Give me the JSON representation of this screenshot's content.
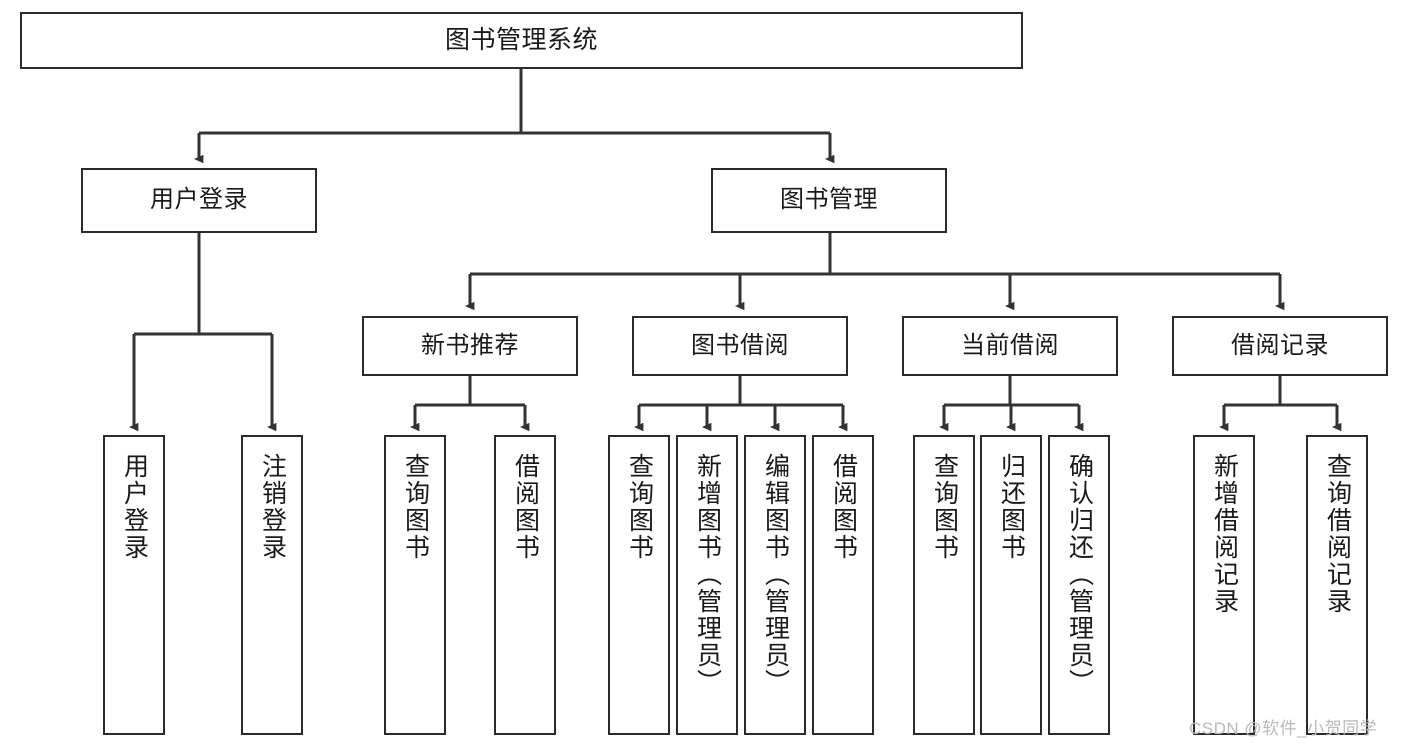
{
  "diagram": {
    "title": "图书管理系统",
    "type": "hierarchy-tree",
    "orientation": "top-down",
    "colors": {
      "box_border": "#2b2b2b",
      "box_fill": "#ffffff",
      "connector": "#333333",
      "text": "#1a1a1a",
      "watermark": "#b9b9b9"
    },
    "nodes": {
      "root": {
        "label": "图书管理系统",
        "level": 0,
        "text_direction": "horizontal"
      },
      "level1": [
        {
          "id": "user-login",
          "label": "用户登录",
          "text_direction": "horizontal"
        },
        {
          "id": "book-management",
          "label": "图书管理",
          "text_direction": "horizontal"
        }
      ],
      "level2": [
        {
          "id": "new-book-recommend",
          "label": "新书推荐",
          "parent": "book-management",
          "text_direction": "horizontal"
        },
        {
          "id": "book-borrow",
          "label": "图书借阅",
          "parent": "book-management",
          "text_direction": "horizontal"
        },
        {
          "id": "current-borrow",
          "label": "当前借阅",
          "parent": "book-management",
          "text_direction": "horizontal"
        },
        {
          "id": "borrow-record",
          "label": "借阅记录",
          "parent": "book-management",
          "text_direction": "horizontal"
        }
      ],
      "leaves": [
        {
          "id": "leaf-user-login",
          "label": "用户登录",
          "parent": "user-login",
          "text_direction": "vertical"
        },
        {
          "id": "leaf-logout",
          "label": "注销登录",
          "parent": "user-login",
          "text_direction": "vertical"
        },
        {
          "id": "leaf-query-book-1",
          "label": "查询图书",
          "parent": "new-book-recommend",
          "text_direction": "vertical"
        },
        {
          "id": "leaf-borrow-book-1",
          "label": "借阅图书",
          "parent": "new-book-recommend",
          "text_direction": "vertical"
        },
        {
          "id": "leaf-query-book-2",
          "label": "查询图书",
          "parent": "book-borrow",
          "text_direction": "vertical"
        },
        {
          "id": "leaf-add-book",
          "label": "新增图书（管理员）",
          "parent": "book-borrow",
          "text_direction": "vertical"
        },
        {
          "id": "leaf-edit-book",
          "label": "编辑图书（管理员）",
          "parent": "book-borrow",
          "text_direction": "vertical"
        },
        {
          "id": "leaf-borrow-book-2",
          "label": "借阅图书",
          "parent": "book-borrow",
          "text_direction": "vertical"
        },
        {
          "id": "leaf-query-book-3",
          "label": "查询图书",
          "parent": "current-borrow",
          "text_direction": "vertical"
        },
        {
          "id": "leaf-return-book",
          "label": "归还图书",
          "parent": "current-borrow",
          "text_direction": "vertical"
        },
        {
          "id": "leaf-confirm-return",
          "label": "确认归还（管理员）",
          "parent": "current-borrow",
          "text_direction": "vertical"
        },
        {
          "id": "leaf-add-record",
          "label": "新增借阅记录",
          "parent": "borrow-record",
          "text_direction": "vertical"
        },
        {
          "id": "leaf-query-record",
          "label": "查询借阅记录",
          "parent": "borrow-record",
          "text_direction": "vertical"
        }
      ]
    },
    "watermark": "CSDN @软件_小贺同学"
  }
}
